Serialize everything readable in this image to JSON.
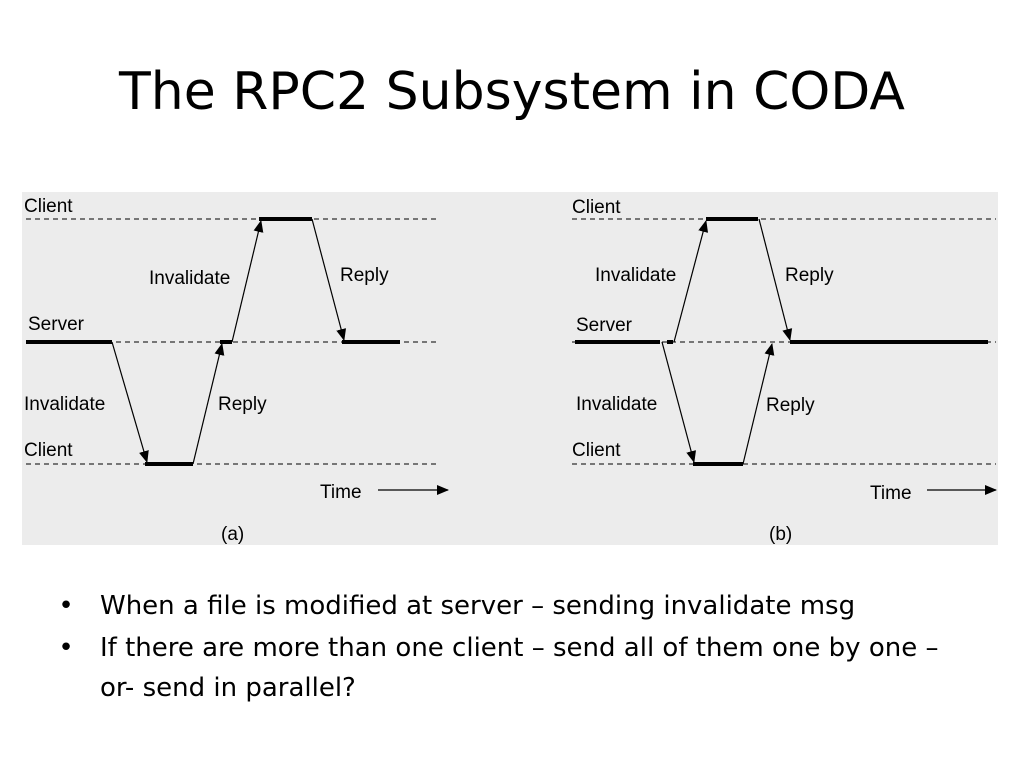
{
  "title": "The RPC2 Subsystem in CODA",
  "figure": {
    "panels": [
      {
        "client_top": "Client",
        "server": "Server",
        "client_bottom": "Client",
        "invalidate_upper": "Invalidate",
        "reply_upper": "Reply",
        "invalidate_lower": "Invalidate",
        "reply_lower": "Reply",
        "time": "Time",
        "caption": "(a)"
      },
      {
        "client_top": "Client",
        "server": "Server",
        "client_bottom": "Client",
        "invalidate_upper": "Invalidate",
        "reply_upper": "Reply",
        "invalidate_lower": "Invalidate",
        "reply_lower": "Reply",
        "time": "Time",
        "caption": "(b)"
      }
    ]
  },
  "bullets": [
    {
      "marker": "•",
      "text": "When a file is modified at server – sending invalidate msg"
    },
    {
      "marker": "•",
      "text": "If there are more than one client – send all of them one by one – or- send in parallel?"
    }
  ],
  "colors": {
    "figure_background": "#ececec",
    "lines": "#000000",
    "text": "#000000"
  }
}
